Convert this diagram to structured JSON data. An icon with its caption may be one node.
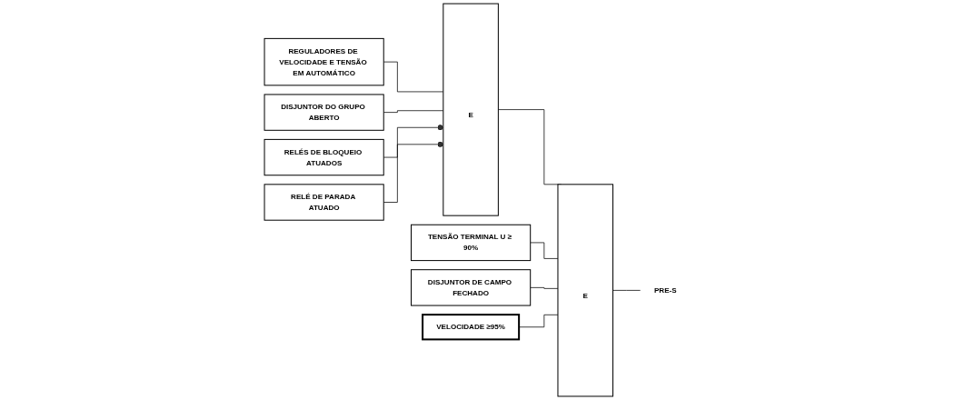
{
  "diagram": {
    "nodes": [
      {
        "text": [
          "REGULADORES DE VELOCIDADE E TENSÃO EM AUTOMÁTICO"
        ]
      },
      {
        "text": [
          "DISJUNTOR DO GRUPO ABERTO"
        ]
      },
      {
        "text": [
          "RELÉS DE BLOQUEIO ATUADOS"
        ]
      },
      {
        "text": [
          "RELÉ DE PARADA ATUADO"
        ]
      },
      {
        "text": [
          "E"
        ]
      },
      {
        "text": [
          "TENSÃO TERMINAL U ≥ 90%"
        ]
      },
      {
        "text": [
          "DISJUNTOR DE CAMPO FECHADO"
        ]
      },
      {
        "text": [
          "VELOCIDADE ≥95%"
        ]
      },
      {
        "text": [
          "E"
        ]
      },
      {
        "text": [
          "PRE-S"
        ]
      }
    ],
    "edges": [
      {
        "from": 0,
        "to": 4,
        "arrow": "none"
      },
      {
        "from": 1,
        "to": 4,
        "arrow": "none"
      },
      {
        "from": 2,
        "to": 4,
        "arrow": "other"
      },
      {
        "from": 3,
        "to": 4,
        "arrow": "other"
      },
      {
        "from": 4,
        "to": 8,
        "arrow": "none"
      },
      {
        "from": 5,
        "to": 8,
        "arrow": "none"
      },
      {
        "from": 6,
        "to": 8,
        "arrow": "none"
      },
      {
        "from": 7,
        "to": 8,
        "arrow": "none"
      },
      {
        "from": 8,
        "to": 9,
        "arrow": "none"
      }
    ]
  }
}
